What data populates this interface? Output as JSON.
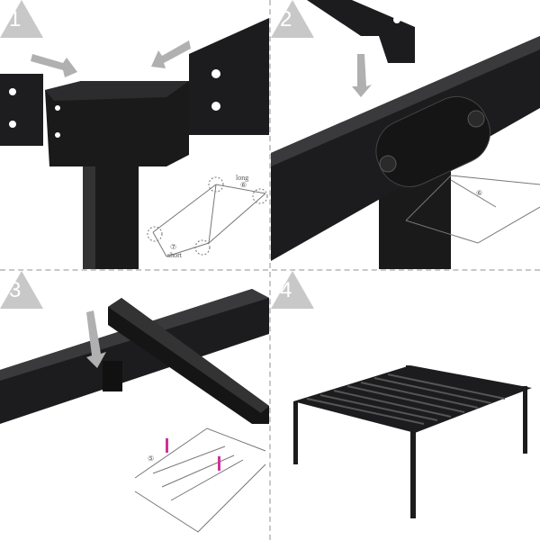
{
  "steps": [
    {
      "number": "1",
      "labels": {
        "long": "long",
        "long_num": "⑥",
        "short": "short",
        "short_num": "⑦"
      }
    },
    {
      "number": "2",
      "labels": {
        "part_num": "⑥"
      }
    },
    {
      "number": "3",
      "labels": {
        "part_num": "⑤"
      }
    },
    {
      "number": "4"
    }
  ],
  "colors": {
    "metal": "#1c1c1e",
    "arrow": "#b0b0b0",
    "marker": "#d0309a",
    "badge": "#c8c8c8"
  }
}
